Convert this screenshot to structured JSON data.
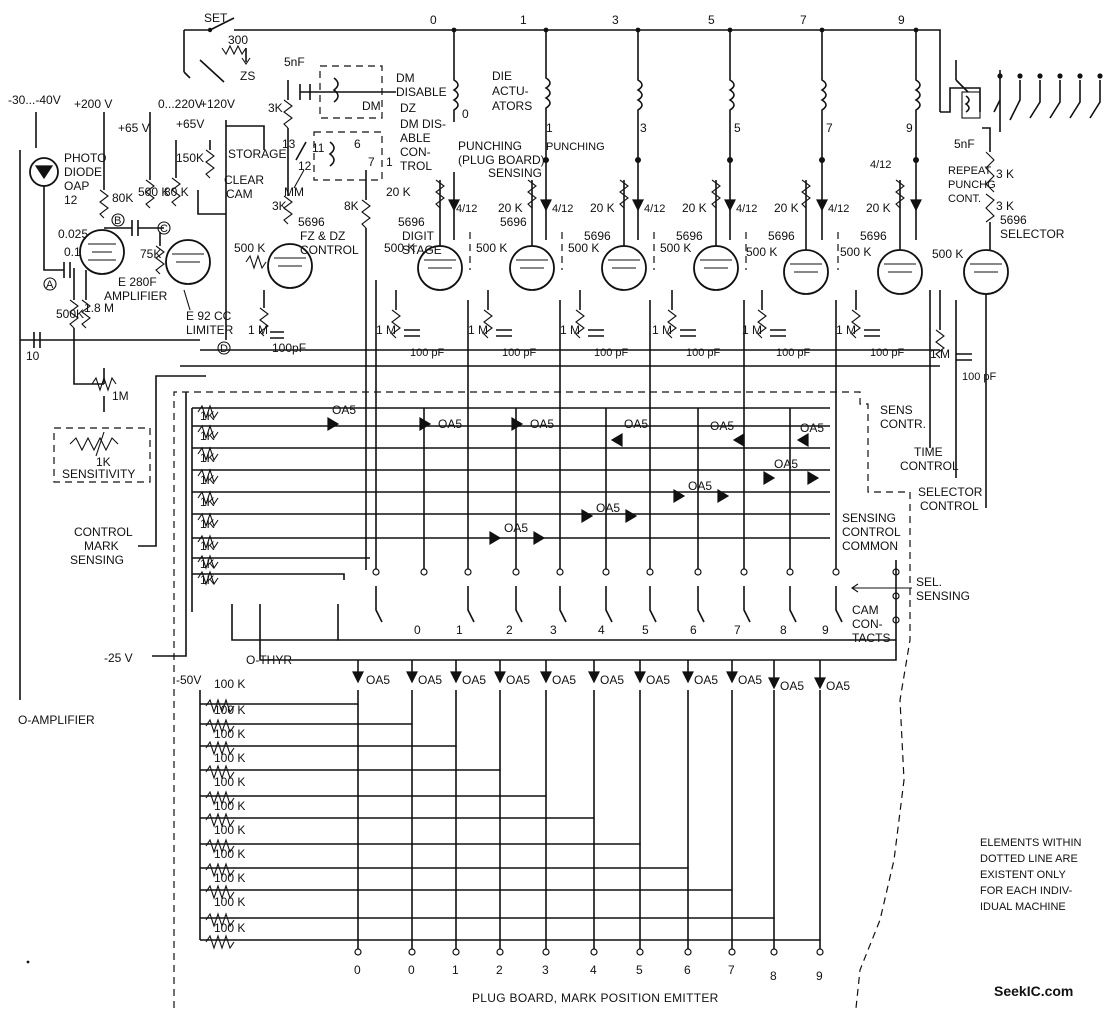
{
  "top": {
    "set": "SET",
    "r300": "300",
    "zs": "ZS",
    "col_labels": [
      "0",
      "1",
      "3",
      "5",
      "7",
      "9"
    ]
  },
  "supply": {
    "neg30_40": "-30...-40V",
    "p200": "+200 V",
    "p65a": "+65 V",
    "v0_220": "0...220V",
    "p120": "+120V",
    "p65b": "+65V",
    "neg25": "-25 V",
    "neg50": "-50V"
  },
  "left": {
    "photo": "PHOTO",
    "diode": "DIODE",
    "oap": "OAP",
    "oap_num": "12",
    "c0025": "0.025",
    "c01": "0.1",
    "r80k": "80K",
    "r500k_v": "500 K",
    "r80k2": "80 K",
    "r75k": "75K",
    "r500k_low": "500K",
    "r1_8m": "1.8 M",
    "amp_tube": "E 280F",
    "amplifier": "AMPLIFIER",
    "limiter_tube": "E 92 CC",
    "limiter": "LIMITER",
    "c10": "10",
    "r1m": "1M",
    "sens_r": "1K",
    "sensitivity": "SENSITIVITY",
    "mark_a": "A",
    "mark_b": "B",
    "mark_c": "C",
    "mark_d": "D",
    "control_mark": [
      "CONTROL",
      "MARK",
      "SENSING"
    ],
    "o_amplifier": "O-AMPLIFIER"
  },
  "control": {
    "c5nf": "5nF",
    "r3k": "3K",
    "dm": "DM",
    "dm_disable": [
      "DM",
      "DISABLE"
    ],
    "dz": "DZ",
    "dm_dis_ctrl": [
      "DM DIS-",
      "ABLE",
      "CON-",
      "TROL"
    ],
    "r150k": "150K",
    "storage": "STORAGE",
    "clear_cam": [
      "CLEAR",
      "CAM"
    ],
    "n13": "13",
    "n11": "11",
    "n12": "12",
    "n6": "6",
    "n7": "7",
    "n1": "1",
    "mm": "MM",
    "r3k2": "3K",
    "fz_tube": "5696",
    "fz_label": [
      "FZ & DZ",
      "CONTROL"
    ],
    "r8k": "8K",
    "r500k": "500 K",
    "r1m": "1 M",
    "c100pf": "100pF"
  },
  "actuators": {
    "die": [
      "DIE",
      "ACTU-",
      "ATORS"
    ],
    "punching": [
      "PUNCHING",
      "(PLUG BOARD)",
      "SENSING"
    ],
    "coil_numbers": [
      "0",
      "1",
      "3",
      "5",
      "7",
      "9"
    ]
  },
  "digits": {
    "r20k": "20 K",
    "r20k_first": "20 K",
    "d4_12": "4/12",
    "tube": "5696",
    "digit_stage": [
      "DIGIT",
      "STAGE"
    ],
    "r500k": "500 K",
    "r1m": "1 M",
    "c100pf": "100 pF"
  },
  "selector": {
    "c5nf": "5nF",
    "r3k_a": "3 K",
    "r3k_b": "3 K",
    "repeat": [
      "REPEAT",
      "PUNCHG",
      "CONT."
    ],
    "tube": "5696",
    "label": "SELECTOR",
    "r500k": "500 K",
    "d4_12": "4/12",
    "r1m": "1 M",
    "c100pf": "100 pF",
    "sens_contr": [
      "SENS",
      "CONTR."
    ],
    "time_control": [
      "TIME",
      "CONTROL"
    ],
    "selector_control": [
      "SELECTOR",
      "CONTROL"
    ]
  },
  "matrix": {
    "r1k": "1K",
    "oa5": "OA5",
    "sensing_common": [
      "SENSING",
      "CONTROL",
      "COMMON"
    ],
    "sel_sensing": [
      "SEL.",
      "SENSING"
    ],
    "cam_contacts": [
      "CAM",
      "CON-",
      "TACTS"
    ],
    "cam_numbers": [
      "0",
      "1",
      "2",
      "3",
      "4",
      "5",
      "6",
      "7",
      "8",
      "9"
    ],
    "o_thyr": "O-THYR"
  },
  "emitter": {
    "r100k": "100 K",
    "oa5": "OA5",
    "bottom_labels": [
      "0",
      "0",
      "1",
      "2",
      "3",
      "4",
      "5",
      "6",
      "7",
      "8",
      "9"
    ],
    "caption": "PLUG BOARD, MARK POSITION EMITTER"
  },
  "note": {
    "lines": [
      "ELEMENTS WITHIN",
      "DOTTED LINE ARE",
      "EXISTENT ONLY",
      "FOR EACH INDIV-",
      "IDUAL MACHINE"
    ]
  },
  "watermark": "SeekIC.com"
}
